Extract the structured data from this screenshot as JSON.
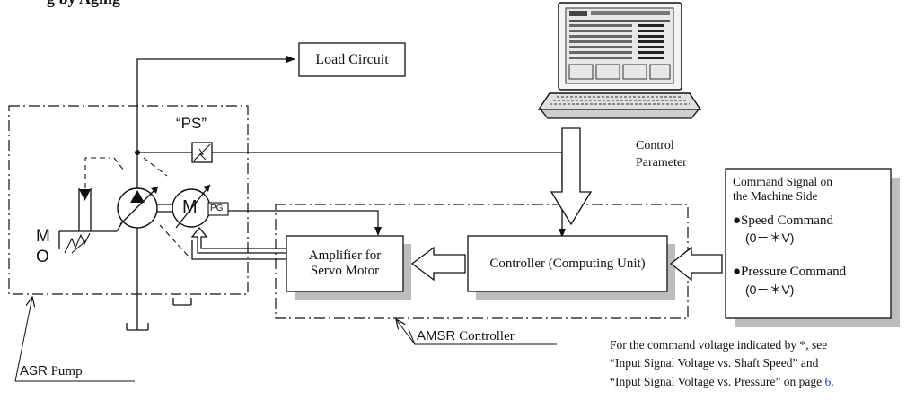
{
  "heading_fragment": "g by Aging",
  "load_circuit": "Load Circuit",
  "ps_label": "“PS”",
  "mo_line1": "M",
  "mo_line2": "O",
  "motor_symbol": "M",
  "pg_label": "PG",
  "amplifier": {
    "line1": "Amplifier for",
    "line2": "Servo Motor"
  },
  "controller_box": "Controller (Computing Unit)",
  "control_parameter": {
    "line1": "Control",
    "line2": "Parameter"
  },
  "command_panel": {
    "title_line1": "Command Signal on",
    "title_line2": "the Machine Side",
    "item1_label": "●Speed Command",
    "item1_range": "(0－＊V)",
    "item2_label": "●Pressure Command",
    "item2_range": "(0－＊V)"
  },
  "amsr_label": {
    "prefix": "AMSR",
    "suffix": " Controller"
  },
  "asr_label": {
    "prefix": "ASR",
    "suffix": " Pump"
  },
  "note": {
    "line1": "For the command voltage indicated by *, see",
    "line2": "“Input Signal Voltage vs. Shaft Speed” and",
    "line3_text": "“Input Signal Voltage vs. Pressure” on page ",
    "page_ref": "6",
    "line3_end": "."
  },
  "colors": {
    "link": "#1f3fbf",
    "shadow": "#bdbdbd",
    "line": "#111111"
  }
}
